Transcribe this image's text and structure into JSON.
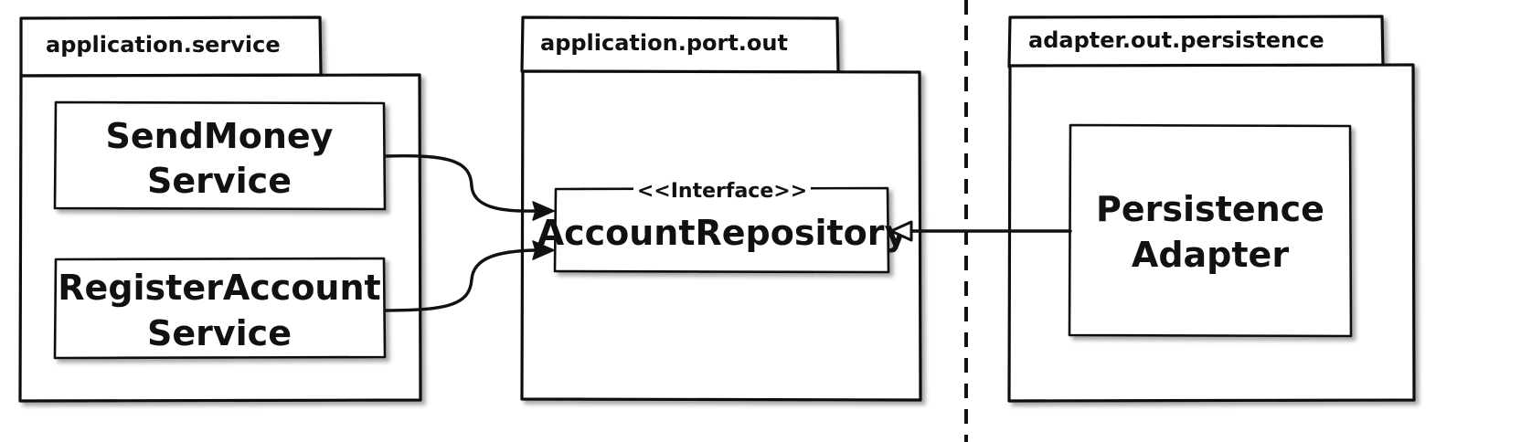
{
  "packages": [
    {
      "name": "application.service"
    },
    {
      "name": "application.port.out"
    },
    {
      "name": "adapter.out.persistence"
    }
  ],
  "components": {
    "send_money_service": {
      "line1": "SendMoney",
      "line2": "Service"
    },
    "register_account_service": {
      "line1": "RegisterAccount",
      "line2": "Service"
    },
    "account_repository": {
      "stereotype": "<<Interface>>",
      "name": "AccountRepository"
    },
    "persistence_adapter": {
      "line1": "Persistence",
      "line2": "Adapter"
    }
  },
  "relations": [
    {
      "from": "SendMoney Service",
      "to": "AccountRepository",
      "kind": "uses"
    },
    {
      "from": "RegisterAccount Service",
      "to": "AccountRepository",
      "kind": "uses"
    },
    {
      "from": "Persistence Adapter",
      "to": "AccountRepository",
      "kind": "implements"
    }
  ]
}
